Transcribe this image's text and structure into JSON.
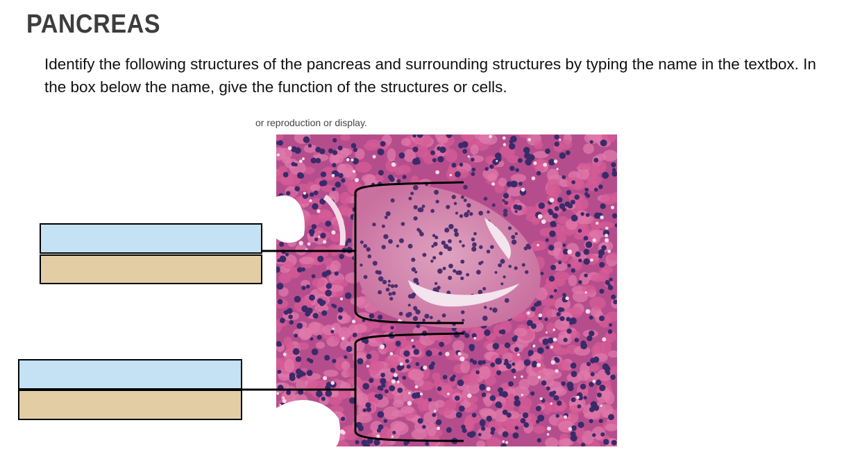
{
  "slide": {
    "title": "PANCREAS",
    "instructions": "Identify the following structures of the pancreas and surrounding structures by typing the name in the textbox.  In the box below the name, give the function of the structures or cells.",
    "image_credit": "or reproduction or display."
  },
  "micrograph": {
    "stain_colors": {
      "background": "#b54d8c",
      "nuclei": "#3a2a6a",
      "cytoplasm": "#d55c95",
      "islet": "#d68fb1",
      "space": "#ffffff"
    }
  },
  "label_boxes": [
    {
      "name_value": "",
      "function_value": "",
      "name_color": "#c5e2f4",
      "function_color": "#e2cda5"
    },
    {
      "name_value": "",
      "function_value": "",
      "name_color": "#c5e2f4",
      "function_color": "#e2cda5"
    }
  ]
}
